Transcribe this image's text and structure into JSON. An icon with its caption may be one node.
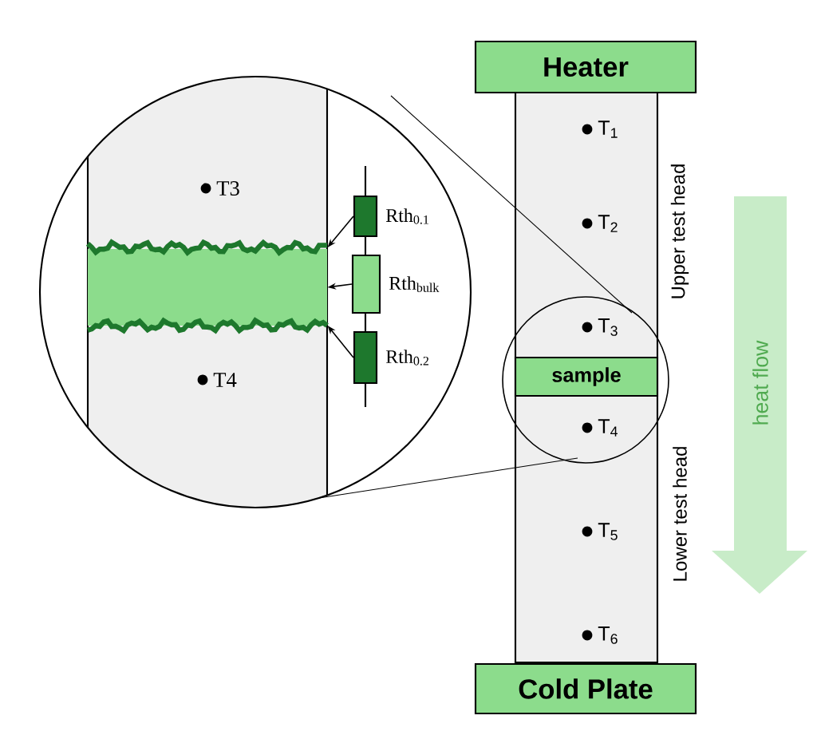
{
  "diagram": {
    "nodes": [
      {
        "text": [
          "Heater"
        ]
      },
      {
        "text": [
          "sample"
        ]
      },
      {
        "text": [
          "Cold Plate"
        ]
      },
      {
        "text": [
          "heat flow"
        ]
      },
      {
        "text": [],
        "shape": "box",
        "beside": [
          "Rth$_{0.1}$"
        ]
      },
      {
        "text": [],
        "shape": "box",
        "beside": [
          "Rth$_{bulk}$"
        ]
      },
      {
        "text": [],
        "shape": "box",
        "beside": [
          "Rth$_{0.2}$"
        ]
      },
      {
        "text": [],
        "shape": "bar"
      },
      {
        "text": [],
        "shape": "bar"
      },
      {
        "text": [],
        "shape": "bar"
      }
    ],
    "edges": [
      {
        "from": 4,
        "to": 7,
        "arrow": "to"
      },
      {
        "from": 5,
        "to": 8,
        "arrow": "to"
      },
      {
        "from": 6,
        "to": 9,
        "arrow": "to"
      }
    ],
    "labels": [
      "T3",
      "T4",
      "T$_{1}$",
      "T$_{2}$",
      "T$_{3}$",
      "T$_{4}$",
      "T$_{5}$",
      "T$_{6}$",
      "Upper test head",
      "Lower test head"
    ]
  }
}
